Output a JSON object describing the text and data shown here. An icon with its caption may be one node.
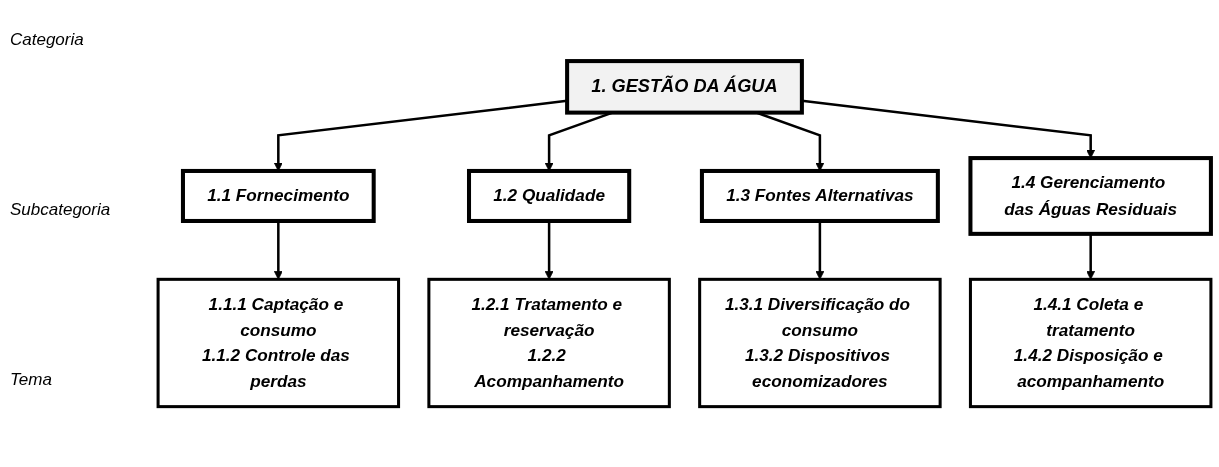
{
  "diagram": {
    "nodes": [
      {
        "text": [
          "1. GESTÃO DA ÁGUA"
        ]
      },
      {
        "text": [
          "1.1 Fornecimento"
        ]
      },
      {
        "text": [
          "1.2 Qualidade"
        ]
      },
      {
        "text": [
          "1.3 Fontes Alternativas"
        ]
      },
      {
        "text": [
          "1.4 Gerenciamento das Águas Residuais"
        ]
      },
      {
        "text": [
          "1.1.1 Captação e consumo",
          "1.1.2 Controle das perdas"
        ]
      },
      {
        "text": [
          "1.2.1 Tratamento e reservação",
          "1.2.2 Acompanhamento"
        ]
      },
      {
        "text": [
          "1.3.1 Diversificação do consumo",
          "1.3.2 Dispositivos economizadores"
        ]
      },
      {
        "text": [
          "1.4.1 Coleta e tratamento",
          "1.4.2 Disposição e acompanhamento"
        ]
      }
    ],
    "edges": [
      {
        "from": 0,
        "to": 1,
        "arrow": "to"
      },
      {
        "from": 0,
        "to": 2,
        "arrow": "to"
      },
      {
        "from": 0,
        "to": 3,
        "arrow": "to"
      },
      {
        "from": 0,
        "to": 4,
        "arrow": "to"
      },
      {
        "from": 1,
        "to": 5,
        "arrow": "to"
      },
      {
        "from": 2,
        "to": 6,
        "arrow": "to"
      },
      {
        "from": 3,
        "to": 7,
        "arrow": "to"
      },
      {
        "from": 4,
        "to": 8,
        "arrow": "to"
      }
    ],
    "labels": [
      "Categoria",
      "Subcategoria",
      "Tema"
    ]
  }
}
